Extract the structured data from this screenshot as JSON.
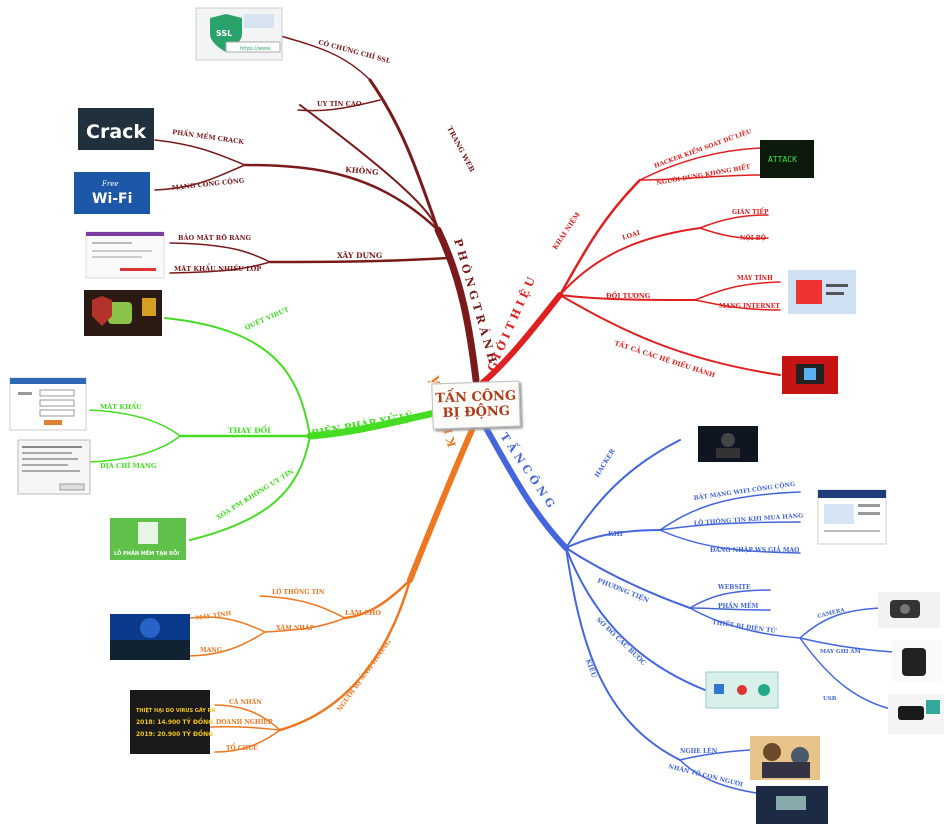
{
  "center": {
    "line1": "TẤN CÔNG",
    "line2": "BỊ ĐỘNG"
  },
  "branches": {
    "phong_tranh": {
      "label": "P H Ò N G   T R Á N H",
      "color": "#7a1a1a",
      "trang_web": "TRANG WEB",
      "co_chung_chi": "CÓ CHỨNG CHỈ SSL",
      "uy_tin_cao": "UY TÍN CAO",
      "khong": "KHÔNG",
      "phan_mem_crack": "PHẦN MỀM CRACK",
      "mang_cong_cong": "MẠNG CÔNG CỘNG",
      "xay_dung": "XÂY DỰNG",
      "bao_mat_ro_rang": "BẢO MẬT RÕ RÀNG",
      "mat_khau_nhieu_lop": "MẬT KHẨU NHIỀU LỚP"
    },
    "gioi_thieu": {
      "label": "G I Ớ I   T H I Ệ U",
      "color": "#e02020",
      "khai_niem": "KHÁI NIỆM",
      "hacker_kiem_soat": "HACKER KIỂM SOÁT DỮ LIỆU",
      "nguoi_dung": "NGƯỜI DÙNG KHÔNG BIẾT",
      "loai": "LOẠI",
      "gian_tiep": "GIÁN TIẾP",
      "noi_bo": "NỘI BỘ",
      "doi_tuong": "ĐỐI TƯỢNG",
      "may_tinh": "MÁY TÍNH",
      "mang_internet": "MẠNG INTERNET",
      "tat_ca": "TẤT CẢ CÁC HỆ ĐIỀU HÀNH"
    },
    "bien_phap": {
      "label": "BIỆN PHÁP XỬ LÝ",
      "color": "#44dd22",
      "quet_virut": "QUÉT VIRUT",
      "thay_doi": "THAY ĐỔI",
      "mat_khau": "MẬT KHẨU",
      "dia_chi_mang": "ĐỊA CHỈ MẠNG",
      "xoa_phan_mem": "XÓA PM KHÔNG UY TÍN",
      "recycle_caption": "LỖ PHẦN MỀM TẬN RỖI"
    },
    "tan_cong": {
      "label": "T Ấ N   C Ô N G",
      "color": "#4466dd",
      "hacker": "HACKER",
      "khi": "KHI",
      "bat_mang": "BẬT MẠNG WIFI CÔNG CỘNG",
      "lo_thong_tin": "LỘ THÔNG TIN KHI MUA HÀNG",
      "dang_nhap": "ĐĂNG NHẬP WS GIẢ MẠO",
      "phuong_tien": "PHƯƠNG TIỆN",
      "website": "WEBSITE",
      "phan_mem": "PHẦN MỀM",
      "thiet_bi": "THIẾT BỊ ĐIỆN TỬ",
      "camera": "CAMERA",
      "may_ghi_am": "MÁY GHI ÂM",
      "usb": "USB",
      "so_do": "SƠ ĐỒ CÁC BƯỚC",
      "kieu": "KIỂU",
      "nghe_len": "NGHE LÉN",
      "nhan_to": "NHÂN TỐ CON NGƯỜI"
    },
    "ket_qua": {
      "label": "K Ế T   Q U Ả",
      "color": "#ee7722",
      "lam_cho": "LÀM CHO",
      "lo_thong_tin": "LỘ THÔNG TIN",
      "xam_nhap": "XÂM NHẬP",
      "may_tinh": "MÁY TÍNH",
      "mang": "MẠNG",
      "nguoi_bi_anh_huong": "NGƯỜI BỊ ẢNH HƯỞNG",
      "ca_nhan": "CÁ NHÂN",
      "doanh_nghiep": "DOANH NGHIỆP",
      "to_chuc": "TỔ CHỨC"
    }
  },
  "images": {
    "crack": "Crack",
    "wifi_free": "Free",
    "wifi": "Wi-Fi",
    "ssl": "SSL",
    "https": "https://www.",
    "attack": "ATTACK",
    "stats_title": "THIỆT HẠI DO VIRUS GÂY RA",
    "stats_2018": "2018: 14.900 TỶ ĐỒNG",
    "stats_2019": "2019: 20.900 TỶ ĐỒNG"
  }
}
